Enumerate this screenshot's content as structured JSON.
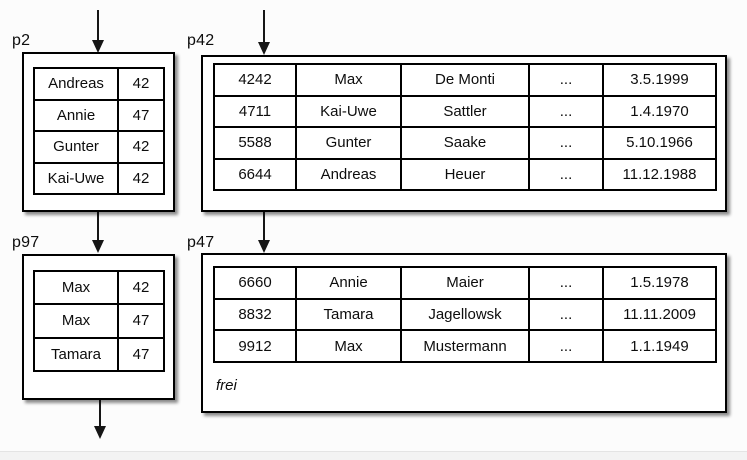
{
  "diagram": {
    "type": "database-index-and-data-pages",
    "pages": {
      "p2": {
        "label": "p2",
        "rows": [
          [
            "Andreas",
            "42"
          ],
          [
            "Annie",
            "47"
          ],
          [
            "Gunter",
            "42"
          ],
          [
            "Kai-Uwe",
            "42"
          ]
        ]
      },
      "p42": {
        "label": "p42",
        "rows": [
          [
            "4242",
            "Max",
            "De Monti",
            "...",
            "3.5.1999"
          ],
          [
            "4711",
            "Kai-Uwe",
            "Sattler",
            "...",
            "1.4.1970"
          ],
          [
            "5588",
            "Gunter",
            "Saake",
            "...",
            "5.10.1966"
          ],
          [
            "6644",
            "Andreas",
            "Heuer",
            "...",
            "11.12.1988"
          ]
        ]
      },
      "p97": {
        "label": "p97",
        "rows": [
          [
            "Max",
            "42"
          ],
          [
            "Max",
            "47"
          ],
          [
            "Tamara",
            "47"
          ]
        ]
      },
      "p47": {
        "label": "p47",
        "rows": [
          [
            "6660",
            "Annie",
            "Maier",
            "...",
            "1.5.1978"
          ],
          [
            "8832",
            "Tamara",
            "Jagellowsk",
            "...",
            "11.11.2009"
          ],
          [
            "9912",
            "Max",
            "Mustermann",
            "...",
            "1.1.1949"
          ]
        ],
        "free_label": "frei"
      }
    },
    "arrows": [
      {
        "id": "into-p2",
        "direction": "down"
      },
      {
        "id": "into-p42",
        "direction": "down"
      },
      {
        "id": "p2-to-p97",
        "direction": "down"
      },
      {
        "id": "p42-to-p47",
        "direction": "down"
      },
      {
        "id": "out-of-p97",
        "direction": "down"
      }
    ],
    "colors": {
      "border": "#000000",
      "page_bg": "#ffffff",
      "canvas_bg": "#fcfcfc",
      "shadow": "rgba(0,0,0,0.45)",
      "text": "#0d0d0d"
    }
  }
}
